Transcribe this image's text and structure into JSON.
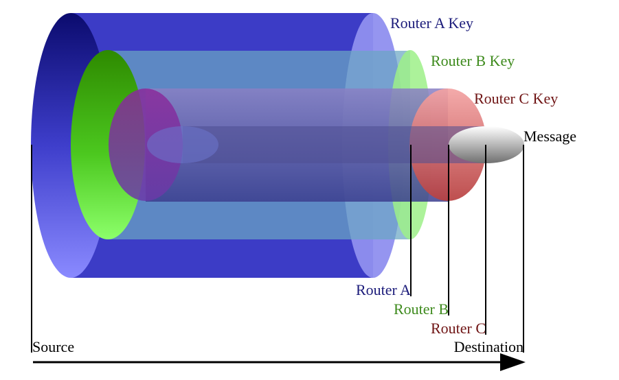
{
  "labels": {
    "router_a_key": "Router A Key",
    "router_b_key": "Router B Key",
    "router_c_key": "Router C Key",
    "message": "Message",
    "router_a": "Router A",
    "router_b": "Router B",
    "router_c": "Router C",
    "source": "Source",
    "destination": "Destination"
  },
  "colors": {
    "router_a": "#1b1b7a",
    "router_b": "#3d8a1c",
    "router_c": "#6f1414",
    "text": "#000000"
  }
}
